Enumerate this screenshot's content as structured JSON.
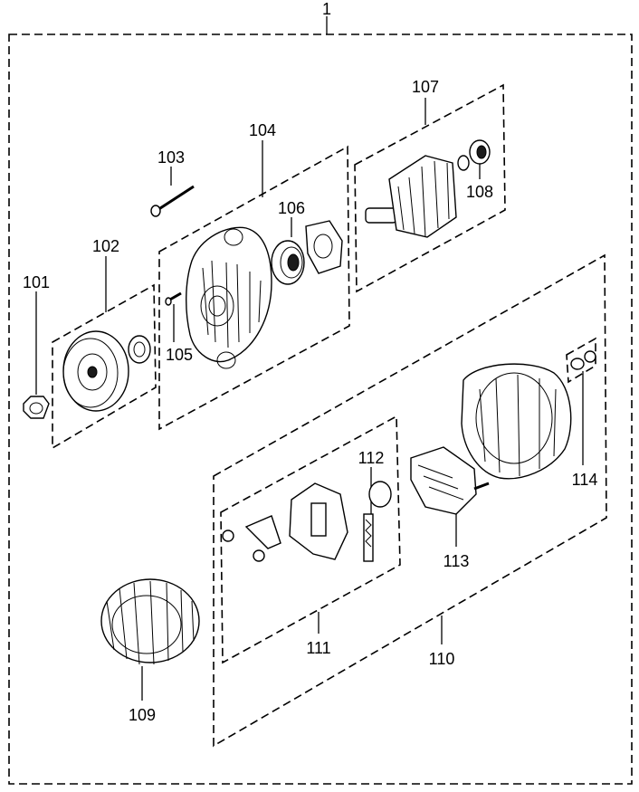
{
  "callouts": {
    "c1": "1",
    "c101": "101",
    "c102": "102",
    "c103": "103",
    "c104": "104",
    "c105": "105",
    "c106": "106",
    "c107": "107",
    "c108": "108",
    "c109": "109",
    "c110": "110",
    "c111": "111",
    "c112": "112",
    "c113": "113",
    "c114": "114"
  }
}
